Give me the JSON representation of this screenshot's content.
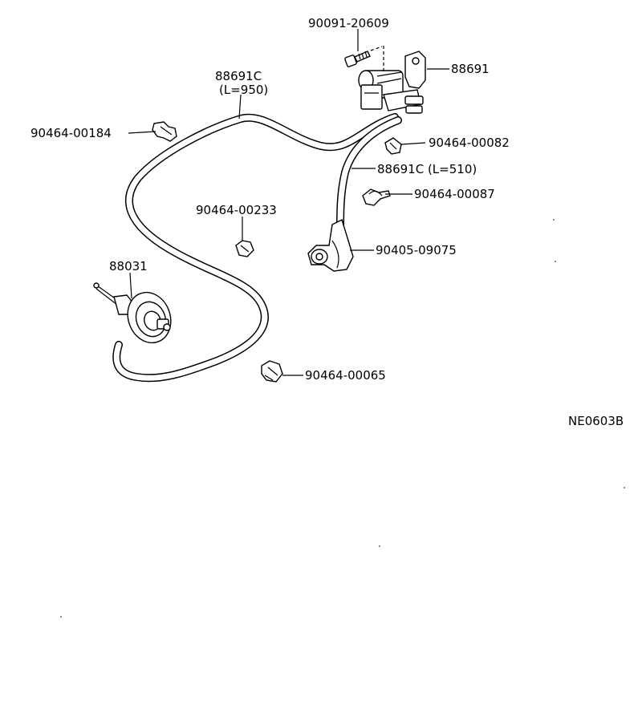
{
  "diagram": {
    "callouts": {
      "bolt": "90091-20609",
      "vsv": "88691",
      "hose_long_part": "88691C",
      "hose_long_len": "(L=950)",
      "clamp_184": "90464-00184",
      "clamp_082": "90464-00082",
      "hose_short": "88691C (L=510)",
      "clamp_087": "90464-00087",
      "clamp_233": "90464-00233",
      "elbow": "90405-09075",
      "actuator": "88031",
      "clamp_065": "90464-00065"
    },
    "figure_code": "NE0603B"
  }
}
